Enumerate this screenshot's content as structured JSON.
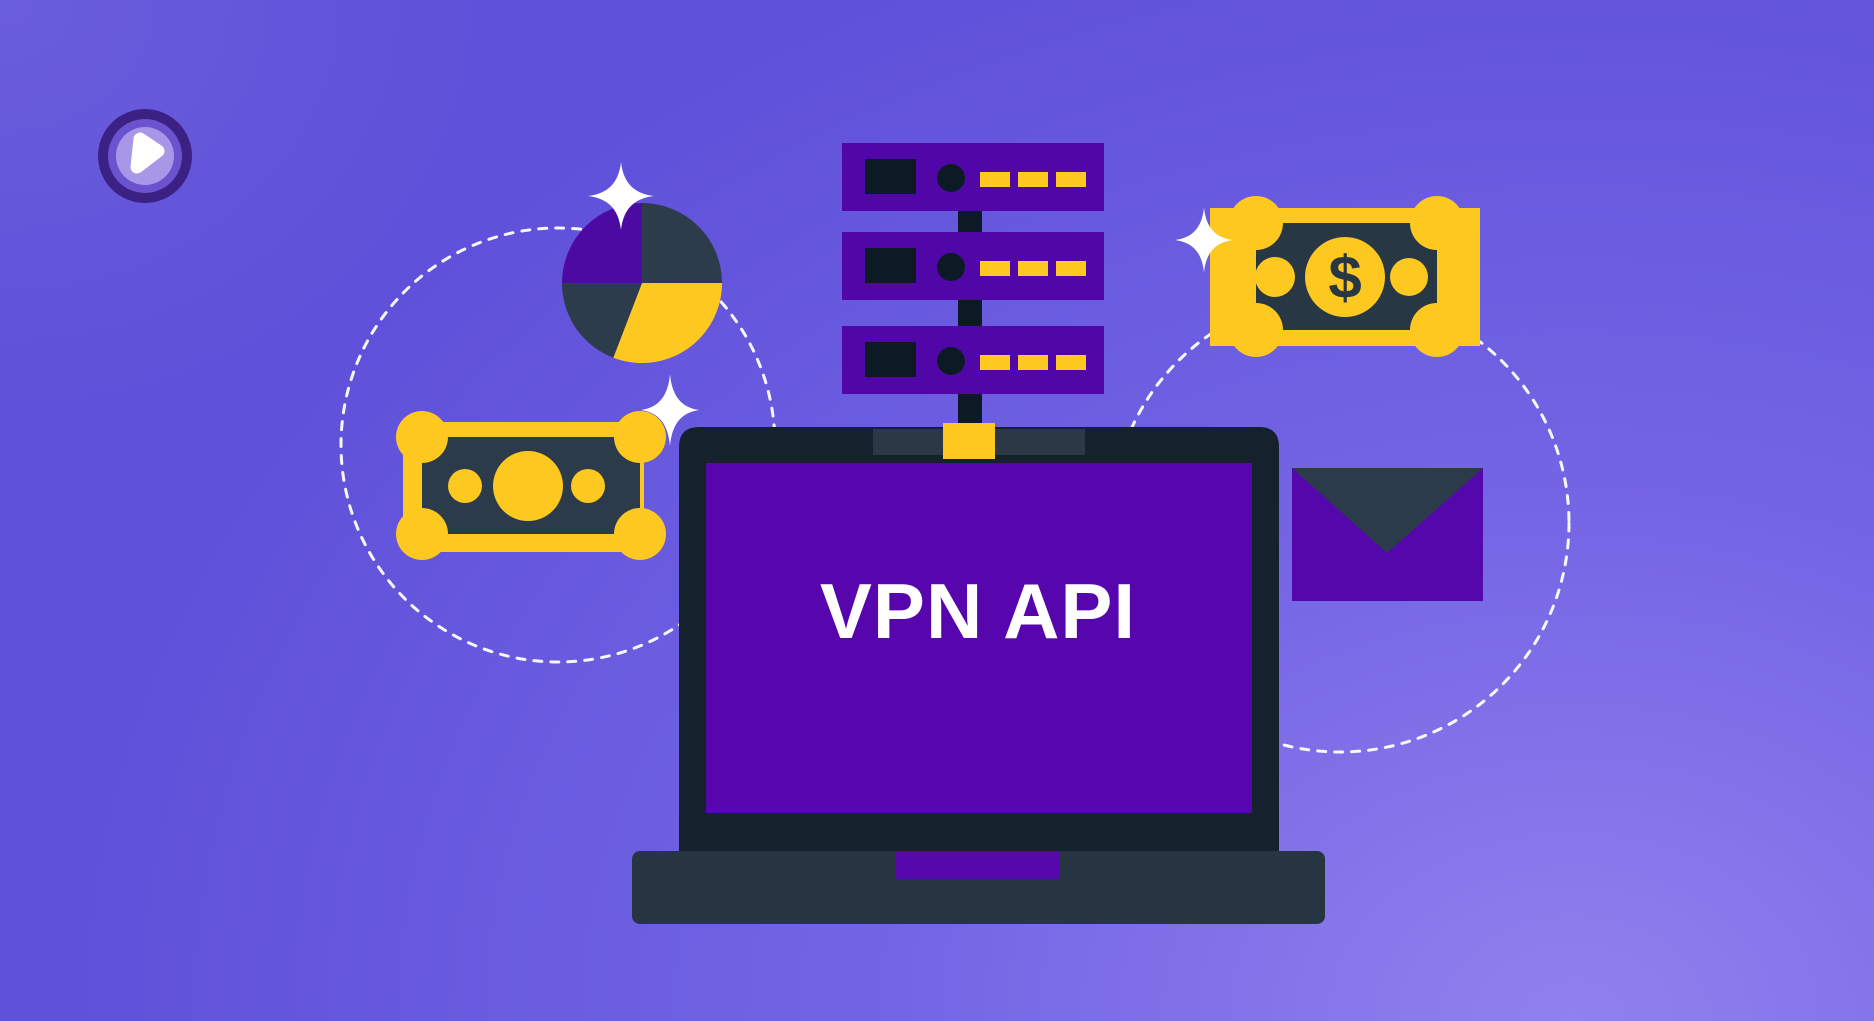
{
  "scene": {
    "type": "illustration-banner",
    "title": "VPN API",
    "dollar_symbol": "$",
    "brand_logo": "purevpn-pick-logo",
    "servers": {
      "rack_count": 3,
      "leds_per_rack": 3
    },
    "icons": [
      "purevpn-logo",
      "sparkle-icon",
      "pie-chart-icon",
      "money-bill-icon",
      "dollar-coin-icon",
      "server-stack-icon",
      "laptop-icon",
      "envelope-icon",
      "dashed-orbit-circle"
    ],
    "palette": {
      "background_light": "#9181ee",
      "background_mid": "#7465e5",
      "background_dark": "#5f51d9",
      "violet_deep": "#5408ab",
      "violet_screen": "#5606ac",
      "violet_server": "#5107a8",
      "violet_pie": "#4d0aa2",
      "yellow": "#fdc81f",
      "slate_darkest": "#0c1a26",
      "slate_dark": "#15212c",
      "slate": "#2c3b49",
      "slate_base": "#273542",
      "white": "#ffffff",
      "logo_ring_outer": "#3a2183",
      "logo_ring_mid": "#6b53cf",
      "logo_ring_inner": "#a897e6"
    }
  }
}
